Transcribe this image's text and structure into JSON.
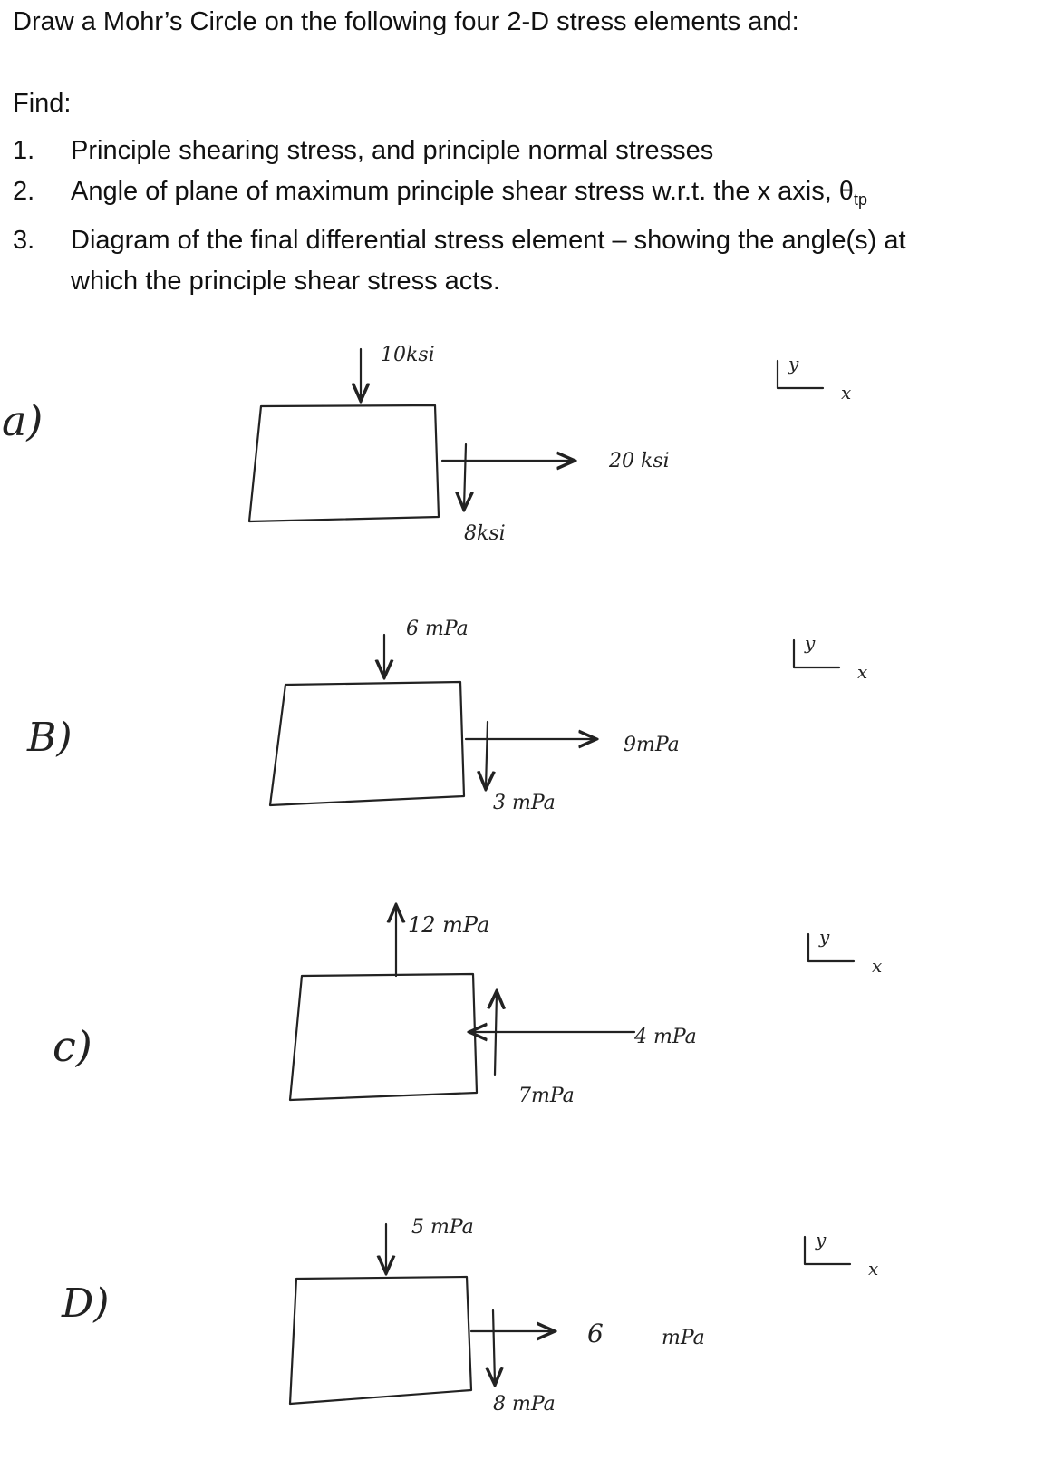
{
  "header": {
    "title": "Draw a Mohr’s Circle on the following four 2-D stress elements and:",
    "find_label": "Find:"
  },
  "tasks": [
    {
      "num": "1.",
      "text": "Principle shearing stress, and principle normal stresses"
    },
    {
      "num": "2.",
      "text": "Angle of plane of maximum principle shear stress w.r.t. the x axis, θ",
      "sub": "tp"
    },
    {
      "num": "3.",
      "text": "Diagram of the final differential stress element – showing the angle(s) at which the principle shear stress acts."
    }
  ],
  "problems": [
    {
      "label": "a)",
      "top_stress": "10ksi",
      "right_stress": "20 ksi",
      "shear_stress": "8ksi",
      "axes": {
        "y": "y",
        "x": "x"
      }
    },
    {
      "label": "B)",
      "top_stress": "6 mPa",
      "right_stress": "9mPa",
      "shear_stress": "3 mPa",
      "axes": {
        "y": "y",
        "x": "x"
      }
    },
    {
      "label": "c)",
      "top_stress": "12 mPa",
      "right_stress": "4 mPa",
      "shear_stress": "7mPa",
      "axes": {
        "y": "y",
        "x": "x"
      }
    },
    {
      "label": "D)",
      "top_stress": "5 mPa",
      "right_stress": "6",
      "right_stress_unit": "mPa",
      "shear_stress": "8 mPa",
      "axes": {
        "y": "y",
        "x": "x"
      }
    }
  ]
}
